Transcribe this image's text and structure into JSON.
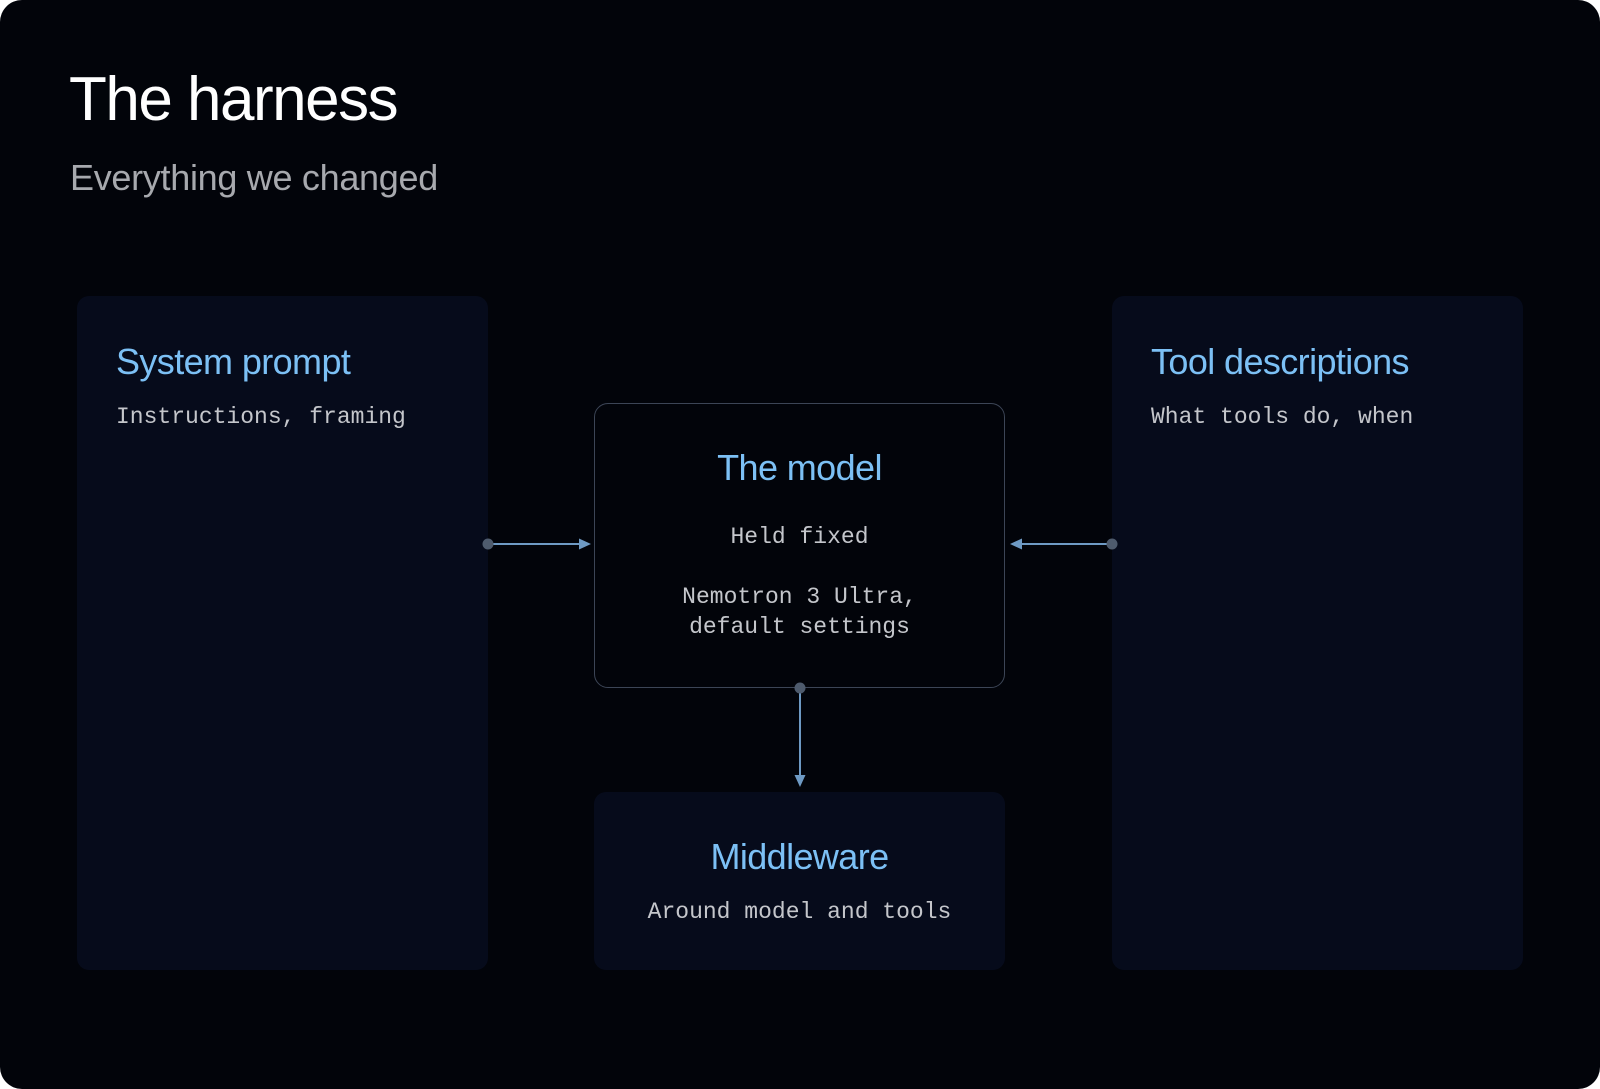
{
  "title": "The harness",
  "subtitle": "Everything we changed",
  "cards": {
    "system_prompt": {
      "heading": "System prompt",
      "text": "Instructions, framing"
    },
    "tool_descriptions": {
      "heading": "Tool descriptions",
      "text": "What tools do, when"
    },
    "model": {
      "heading": "The model",
      "status": "Held fixed",
      "detail_line1": "Nemotron 3 Ultra,",
      "detail_line2": "default settings"
    },
    "middleware": {
      "heading": "Middleware",
      "text": "Around model and tools"
    }
  },
  "colors": {
    "background": "#02040a",
    "card": "#060b1b",
    "heading_accent": "#7cc0f5",
    "connector": "#6e9ac4",
    "connector_dot": "#4e5b6d"
  }
}
